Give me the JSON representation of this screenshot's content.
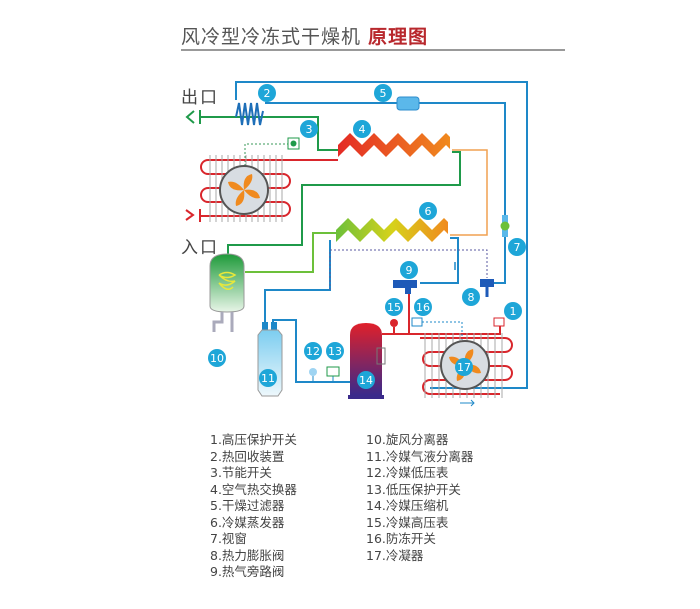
{
  "title": {
    "main": "风冷型冷冻式干燥机",
    "highlight": "原理图"
  },
  "ports": {
    "outlet": "出口",
    "inlet": "入口"
  },
  "badges": [
    "1",
    "2",
    "3",
    "4",
    "5",
    "6",
    "7",
    "8",
    "9",
    "10",
    "11",
    "12",
    "13",
    "14",
    "15",
    "16",
    "17"
  ],
  "legend_left": [
    "1.高压保护开关",
    "2.热回收装置",
    "3.节能开关",
    "4.空气热交换器",
    "5.干燥过滤器",
    "6.冷媒蒸发器",
    "7.视窗",
    "8.热力膨胀阀",
    "9.热气旁路阀"
  ],
  "legend_right": [
    "10.旋风分离器",
    "11.冷媒气液分离器",
    "12.冷媒低压表",
    "13.低压保护开关",
    "14.冷媒压缩机",
    "15.冷媒高压表",
    "16.防冻开关",
    "17.冷凝器"
  ],
  "colors": {
    "badge": "#1ea6d8",
    "refrigerant": "#1e88c8",
    "air": "#1f9a4a",
    "hot": "#d9262c",
    "title_highlight": "#b8282d"
  }
}
